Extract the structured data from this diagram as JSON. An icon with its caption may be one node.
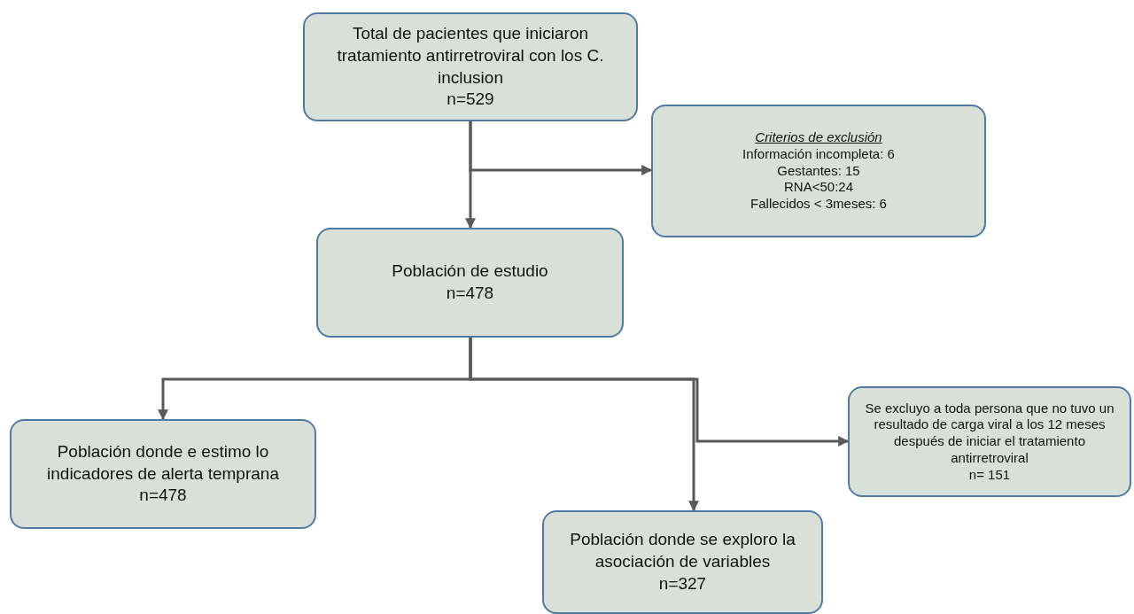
{
  "diagram": {
    "nodes": [
      {
        "text": [
          "Total de pacientes que iniciaron tratamiento antirretroviral con los C. inclusion",
          "n=529"
        ]
      },
      {
        "text": [
          "Criterios de exclusión",
          "Información incompleta: 6",
          "Gestantes: 15",
          "RNA<50:24",
          "Fallecidos  < 3meses: 6"
        ]
      },
      {
        "text": [
          "Población de estudio",
          "n=478"
        ]
      },
      {
        "text": [
          "Población donde e estimo lo indicadores de alerta temprana",
          "n=478"
        ]
      },
      {
        "text": [
          "Se excluyo a toda persona que no tuvo un resultado de carga viral a los 12 meses después de iniciar el tratamiento antirretroviral",
          "n= 151"
        ]
      },
      {
        "text": [
          "Población donde se exploro la asociación de variables",
          "n=327"
        ]
      }
    ],
    "edges": [
      {
        "from": 0,
        "to": 2,
        "arrow": "to"
      },
      {
        "from": 0,
        "to": 1,
        "arrow": "to"
      },
      {
        "from": 2,
        "to": 3,
        "arrow": "to"
      },
      {
        "from": 2,
        "to": 5,
        "arrow": "to"
      },
      {
        "from": 2,
        "to": 4,
        "arrow": "to"
      }
    ]
  }
}
